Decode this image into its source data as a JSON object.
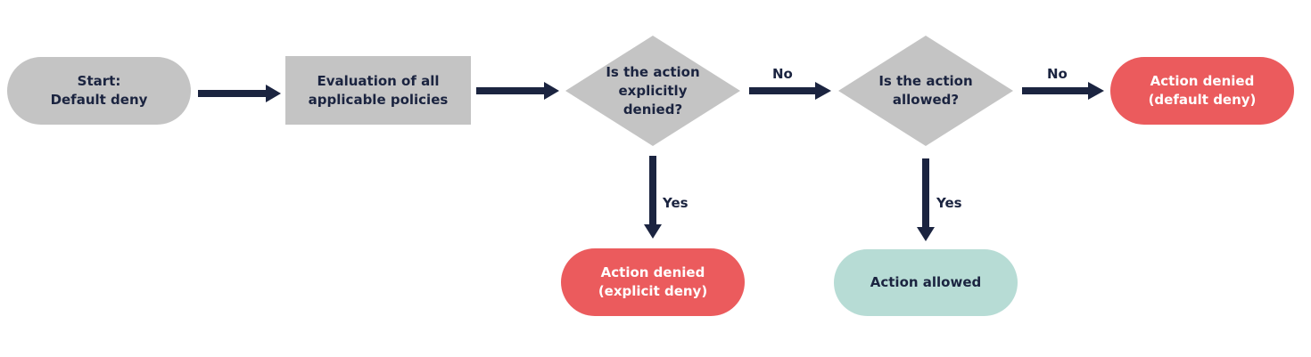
{
  "diagram": {
    "start": "Start:\nDefault deny",
    "evaluate": "Evaluation of all\napplicable policies",
    "decision1": "Is the action\nexplicitly\ndenied?",
    "decision2": "Is the action\nallowed?",
    "denied_default": "Action denied\n(default deny)",
    "denied_explicit": "Action denied\n(explicit deny)",
    "allowed": "Action allowed",
    "label_no_1": "No",
    "label_no_2": "No",
    "label_yes_1": "Yes",
    "label_yes_2": "Yes"
  },
  "colors": {
    "node_gray": "#c4c4c4",
    "deny_red": "#eb5b5d",
    "allow_teal": "#b7dcd5",
    "arrow_navy": "#1b2440"
  }
}
